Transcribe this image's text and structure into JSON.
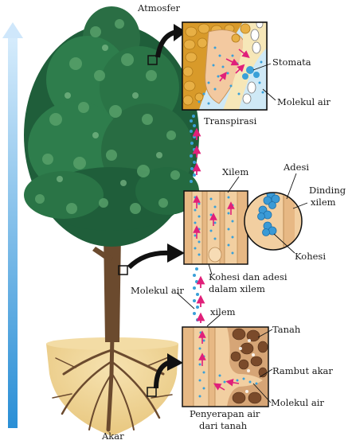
{
  "labels": {
    "atmosfer": "Atmosfer",
    "stomata": "Stomata",
    "molekul_air_top": "Molekul air",
    "transpirasi": "Transpirasi",
    "adesi": "Adesi",
    "xilem_mid": "Xilem",
    "dinding_line1": "Dinding",
    "dinding_line2": "xilem",
    "kohesi": "Kohesi",
    "kohesi_adesi_line1": "Kohesi dan adesi",
    "kohesi_adesi_line2": "dalam xilem",
    "molekul_air_mid": "Molekul air",
    "xilem_low": "xilem",
    "tanah": "Tanah",
    "rambut_akar": "Rambut akar",
    "molekul_air_low": "Molekul air",
    "penyerapan_line1": "Penyerapan air",
    "penyerapan_line2": "dari tanah",
    "akar": "Akar"
  },
  "colors": {
    "gradient_arrow_top": "#c9e6fb",
    "gradient_arrow_bottom": "#2a8fd6",
    "foliage_dark": "#1f5e3a",
    "foliage_mid": "#2e7d4c",
    "foliage_light": "#5aa36c",
    "trunk": "#6b4a2e",
    "soil": "#f0d79c",
    "xylem_tan": "#f2cfa1",
    "water_dot": "#3aa0d8",
    "flow_arrow": "#e0207a",
    "callout_arrow": "#111111"
  }
}
